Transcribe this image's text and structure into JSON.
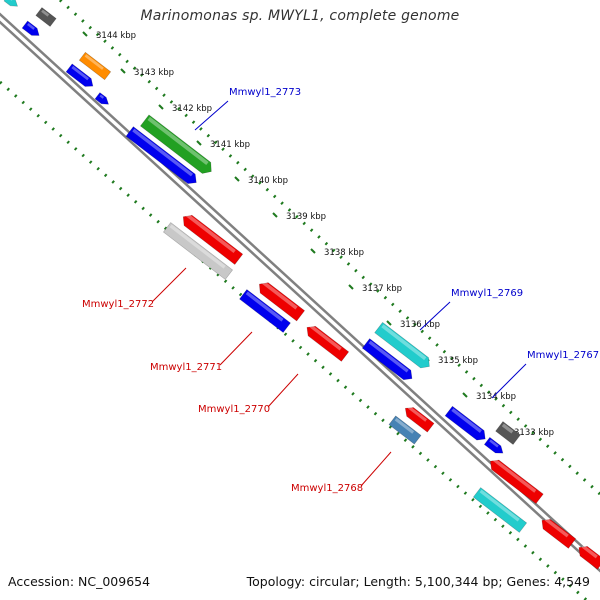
{
  "title": "Marinomonas sp. MWYL1, complete genome",
  "footer": {
    "accession": "Accession: NC_009654",
    "summary": "Topology: circular; Length: 5,100,344 bp; Genes: 4,549"
  },
  "colors": {
    "backbone": "#808080",
    "tick_green": "#1f7a1f",
    "label_blue": "#0000cc",
    "label_red": "#cc0000",
    "tick_text": "#111111"
  },
  "ticks": [
    "3144 kbp",
    "3143 kbp",
    "3142 kbp",
    "3141 kbp",
    "3140 kbp",
    "3139 kbp",
    "3138 kbp",
    "3137 kbp",
    "3136 kbp",
    "3135 kbp",
    "3134 kbp",
    "3133 kbp"
  ],
  "gene_labels": [
    {
      "name": "Mmwyl1_2773",
      "strand": "forward"
    },
    {
      "name": "Mmwyl1_2769",
      "strand": "forward"
    },
    {
      "name": "Mmwyl1_2767",
      "strand": "forward"
    },
    {
      "name": "Mmwyl1_2772",
      "strand": "reverse"
    },
    {
      "name": "Mmwyl1_2771",
      "strand": "reverse"
    },
    {
      "name": "Mmwyl1_2770",
      "strand": "reverse"
    },
    {
      "name": "Mmwyl1_2768",
      "strand": "reverse"
    }
  ],
  "feature_colors": {
    "blue": "#0000ee",
    "red": "#ee0000",
    "green": "#22a022",
    "orange": "#ff8c00",
    "gray": "#555555",
    "cyan": "#22cccc",
    "lightgray": "#c8c8c8",
    "steelblue": "#4682b4"
  }
}
